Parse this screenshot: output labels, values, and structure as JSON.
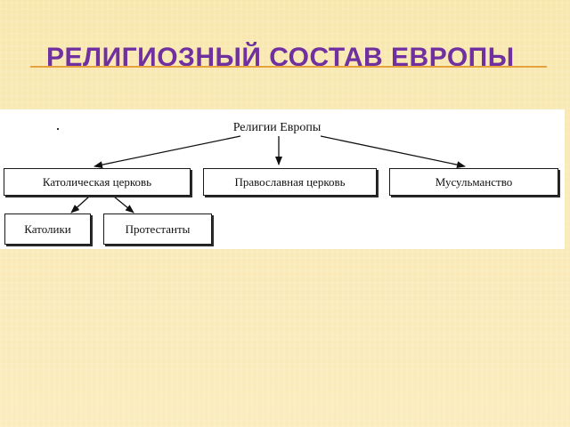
{
  "slide": {
    "title": "РЕЛИГИОЗНЫЙ СОСТАВ ЕВРОПЫ"
  },
  "diagram": {
    "root": "Религии Европы",
    "level1": [
      "Католическая церковь",
      "Православная церковь",
      "Мусульманство"
    ],
    "level2": [
      "Католики",
      "Протестанты"
    ]
  },
  "colors": {
    "title": "#7030a0",
    "rule": "#e8a23c",
    "background": "#f9e9b6"
  }
}
